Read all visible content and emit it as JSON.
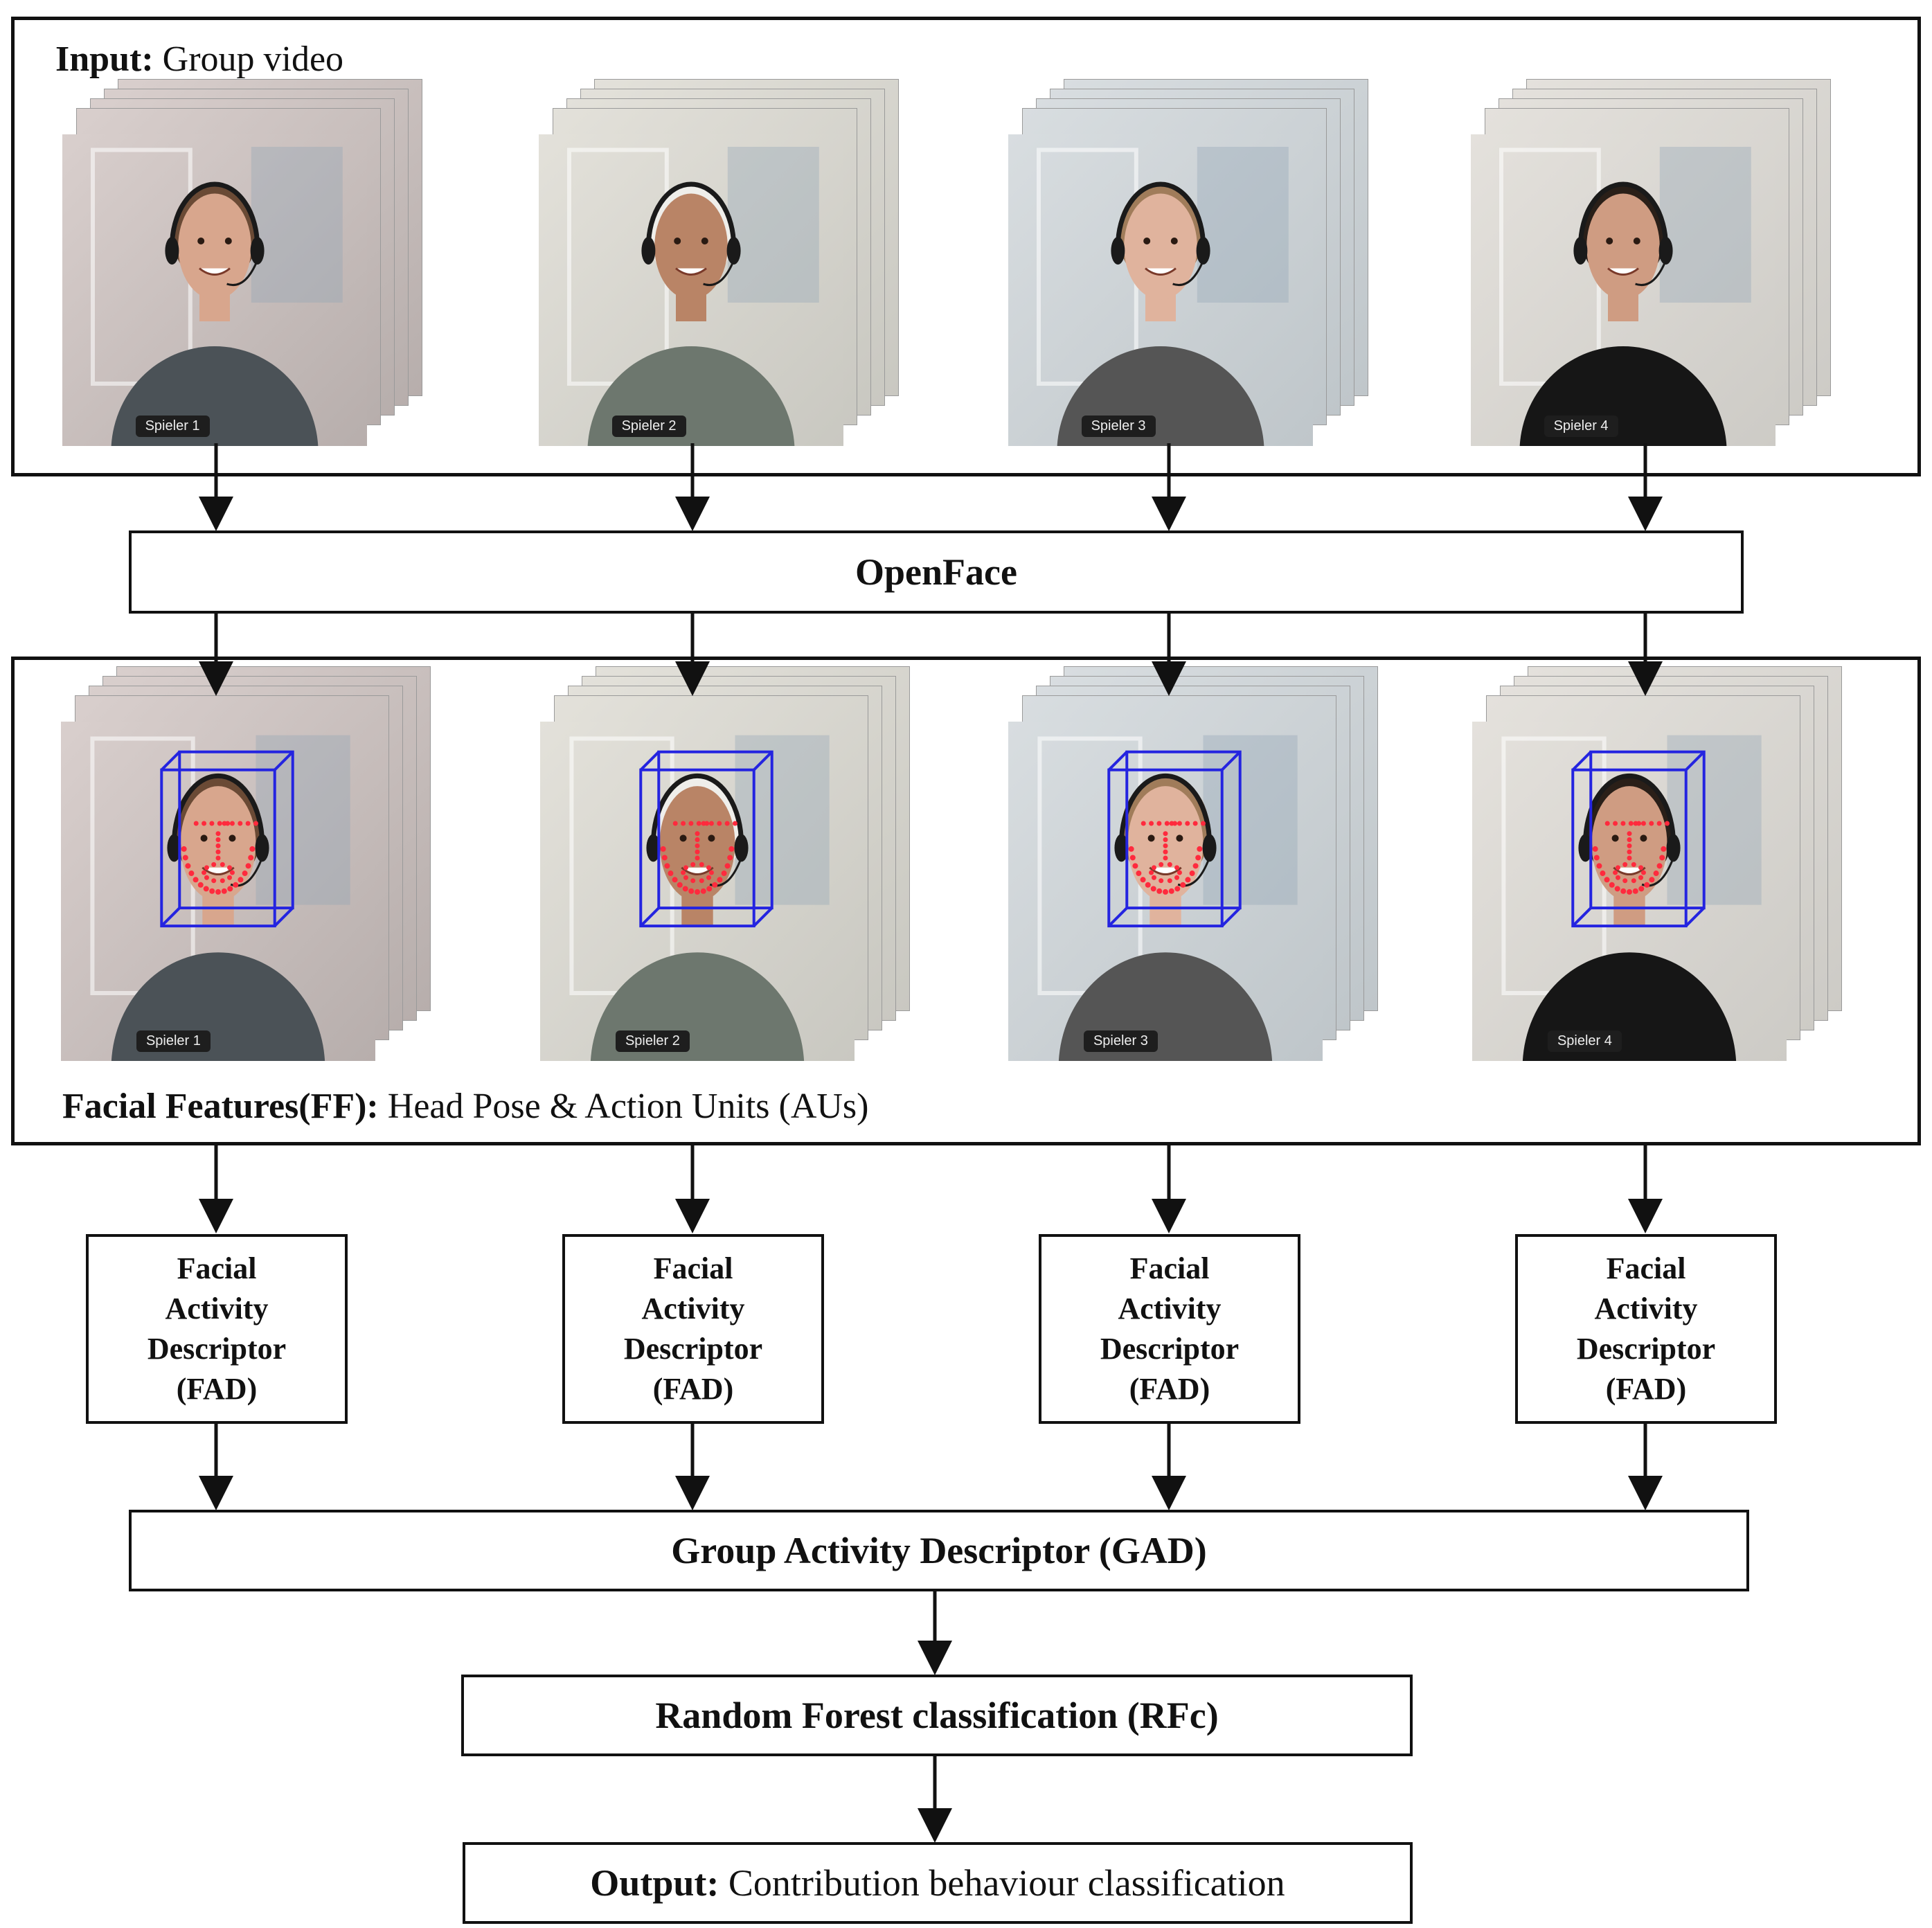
{
  "input_section": {
    "title_bold": "Input:",
    "title_rest": " Group video"
  },
  "participants": [
    {
      "label": "Spieler 1",
      "label_ff": "Spieler 1"
    },
    {
      "label": "Spieler 2",
      "label_ff": "Spieler 2"
    },
    {
      "label": "Spieler 3",
      "label_ff": "Spieler 3"
    },
    {
      "label": "Spieler 4",
      "label_ff": "Spieler 4"
    }
  ],
  "openface": {
    "label": "OpenFace"
  },
  "ff_section": {
    "title_bold": "Facial Features(FF):",
    "title_rest": " Head Pose & Action Units (AUs)"
  },
  "fad": {
    "line1": "Facial",
    "line2": "Activity",
    "line3": "Descriptor",
    "line4": "(FAD)"
  },
  "gad": {
    "label": "Group Activity Descriptor (GAD)"
  },
  "rfc": {
    "label": "Random Forest classification (RFc)"
  },
  "output": {
    "label_bold": "Output:",
    "label_rest": " Contribution behaviour classification"
  },
  "colors": {
    "stroke": "#111111",
    "landmark": "#ff2a3d",
    "head_box": "#2424e0"
  }
}
